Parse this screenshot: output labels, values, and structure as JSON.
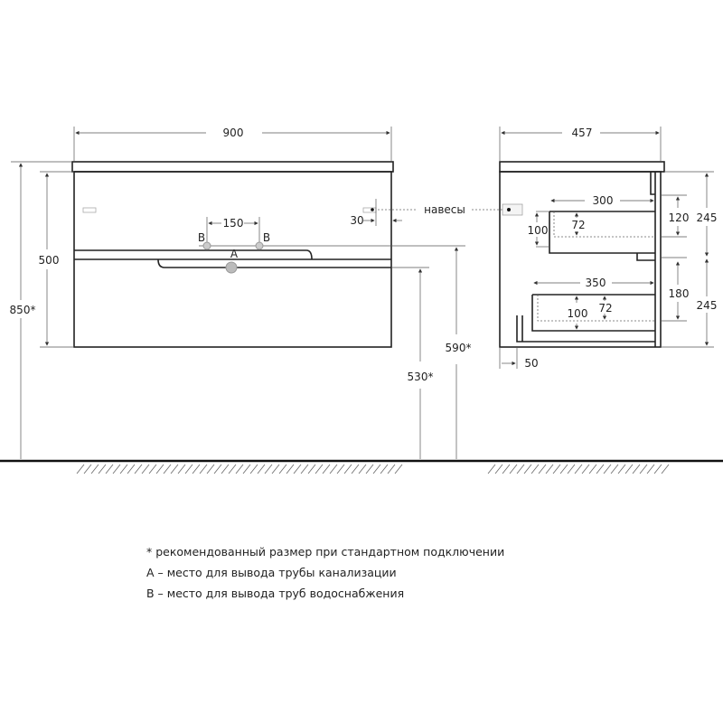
{
  "front_view": {
    "width": "900",
    "body_height": "500",
    "total_height": "850*",
    "drain_height": "530*",
    "water_height": "590*",
    "water_spacing": "150",
    "hinge_offset": "30",
    "label_b": "B",
    "label_a": "A",
    "hinges_label": "навесы"
  },
  "side_view": {
    "depth": "457",
    "upper_drawer_depth": "300",
    "lower_drawer_depth": "350",
    "upper_drawer_height": "100",
    "upper_drawer_inner": "72",
    "upper_clearance": "120",
    "lower_drawer_height": "100",
    "lower_drawer_inner": "72",
    "lower_clearance": "180",
    "upper_section": "245",
    "lower_section": "245",
    "plinth_offset": "50"
  },
  "notes": [
    "* рекомендованный размер при стандартном подключении",
    "A – место для вывода трубы канализации",
    "B – место для вывода труб водоснабжения"
  ]
}
